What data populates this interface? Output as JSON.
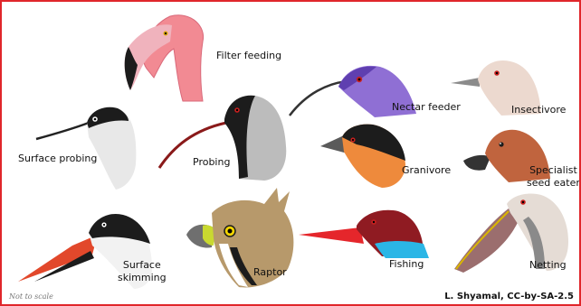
{
  "labels": {
    "filter_feeding": "Filter feeding",
    "nectar_feeder": "Nectar feeder",
    "insectivore": "Insectivore",
    "surface_probing": "Surface probing",
    "probing": "Probing",
    "granivore": "Granivore",
    "specialist_line1": "Specialist",
    "specialist_line2": "seed eater",
    "surface_skimming_line1": "Surface",
    "surface_skimming_line2": "skimming",
    "raptor": "Raptor",
    "fishing": "Fishing",
    "netting": "Netting"
  },
  "footer": {
    "note": "Not to scale",
    "credit": "L. Shyamal, CC-by-SA-2.5"
  },
  "colors": {
    "frame": "#e0262b",
    "flamingo": "#f28a93",
    "nectar": "#8f6fd4",
    "granivore_breast": "#ee8a3c",
    "seed_eater": "#c0643e",
    "kingfisher_head": "#8f1b22",
    "kingfisher_throat": "#2bb6e6",
    "kingfisher_bill": "#e5262b",
    "raptor_cere": "#c9d930"
  }
}
